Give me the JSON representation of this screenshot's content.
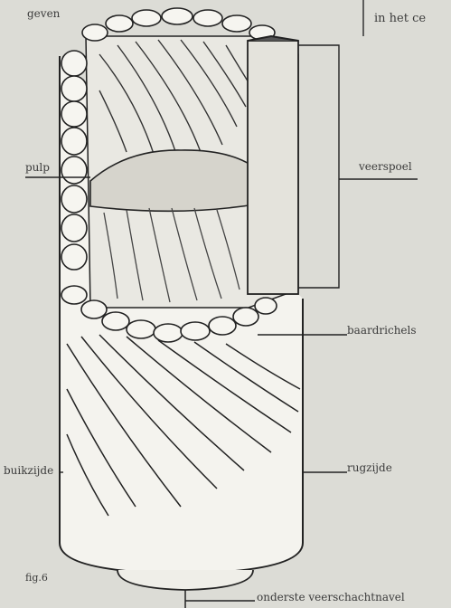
{
  "figure": {
    "number": "fig.6",
    "top_text_left": "geven",
    "top_text_right": "in het ce"
  },
  "labels": {
    "pulp": "pulp",
    "veerspoel": "veerspoel",
    "baardrichels": "baardrichels",
    "buikzijde": "buikzijde",
    "rugzijde": "rugzijde",
    "onderste_veerschachtnavel": "onderste veerschachtnavel"
  }
}
